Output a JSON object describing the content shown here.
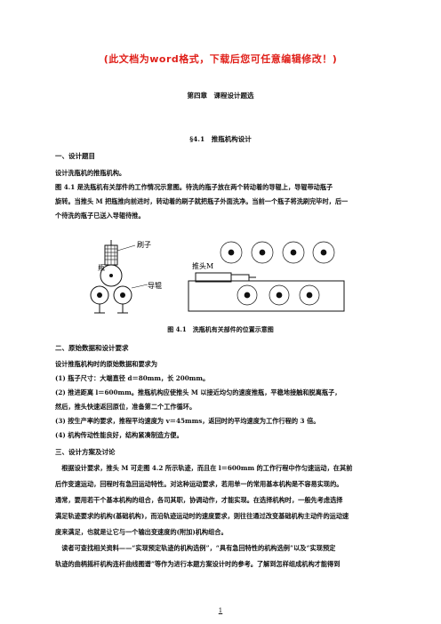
{
  "banner": "(此文档为word格式，下载后您可任意编辑修改！)",
  "chapter_title": "第四章　课程设计题选",
  "section_title": "§4.1　推瓶机构设计",
  "s1": {
    "heading": "一、设计题目",
    "lines": [
      "设计洗瓶机的推瓶机构。",
      "图 4.1 是洗瓶机有关部件的工作情况示意图。待洗的瓶子放在两个转动着的导辊上，导辊带动瓶子",
      "旋转。当推头 M 把瓶推向前进时，转动着的刷子就把瓶子外面洗净。当前一个瓶子将洗刷完毕时，后一",
      "个待洗的瓶子已送入导辊待推。"
    ]
  },
  "figure": {
    "labels": {
      "brush": "刷子",
      "bottle": "瓶",
      "roller": "导辊",
      "pusher": "推头M"
    },
    "caption": "图 4.1　洗瓶机有关部件的位置示意图"
  },
  "s2": {
    "heading": "二、原始数据和设计要求",
    "intro": "设计推瓶机构时的原始数据和要求为",
    "items": [
      "(1)  瓶子尺寸：大端直径 d＝80mm，长 200mm。",
      "(2)  推进距离 l＝600mm。推瓶机构应使推头 M 以接近均匀的速度推瓶，平稳地接触和脱离瓶子，",
      "然后，推头快速返回原位，准备第二个工作循环。",
      "(3)  按生产率的要求，推程平均速度为 v＝45mms，返回时的平均速度为工作行程的 3 倍。",
      "(4)  机构传动性能良好，结构紧凑制造方便。"
    ]
  },
  "s3": {
    "heading": "三、设计方案及讨论",
    "lines": [
      "　根据设计要求，推头 M 可走图 4.2 所示轨迹，而且在 l＝600mm 的工作行程中作匀速运动，在其前",
      "后作变速运动，回程时有急回运动特性。对这种运动要求，若用单一的常用基本机构是不容易实现的。",
      "通常，要用若干个基本机构的组合，各司其职，协调动作，才能实现。在选择机构时，一般先考虑选择",
      "满足轨迹要求的机构(基础机构)，而沿轨迹运动时的速度要求，则往往通过改变基础机构主动件的运动速",
      "度来满足，也就是让它与一个输出变速度的(附加)机构组合。",
      "　读者可查找相关资料——“实现预定轨迹的机构选例”，“具有急回特性的机构选例”以及“实现预定",
      "轨迹的曲柄摇杆机构连杆曲线图谱”等作为进行本题方案设计时的参考。了解到怎样组成机构才能得到"
    ]
  },
  "page_number": "1"
}
